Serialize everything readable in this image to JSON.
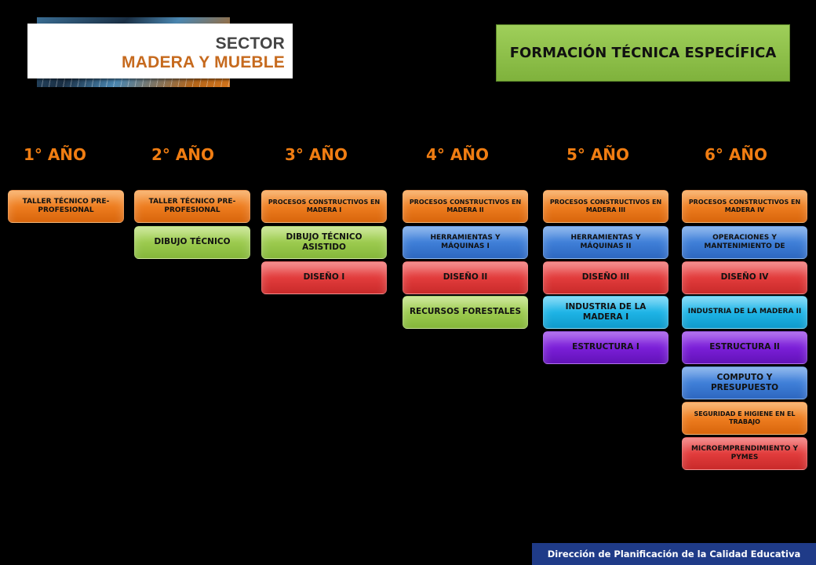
{
  "logo": {
    "line1": "SECTOR",
    "line2": "MADERA Y MUEBLE"
  },
  "header": {
    "title": "FORMACIÓN TÉCNICA ESPECÍFICA"
  },
  "years": [
    "1° AÑO",
    "2° AÑO",
    "3° AÑO",
    "4° AÑO",
    "5° AÑO",
    "6° AÑO"
  ],
  "columns": [
    {
      "items": [
        {
          "label": "TALLER TÉCNICO PRE-PROFESIONAL",
          "color": "orange"
        }
      ]
    },
    {
      "items": [
        {
          "label": "TALLER TÉCNICO PRE-PROFESIONAL",
          "color": "orange"
        },
        {
          "label": "DIBUJO TÉCNICO",
          "color": "green"
        }
      ]
    },
    {
      "items": [
        {
          "label": "PROCESOS CONSTRUCTIVOS EN MADERA I",
          "color": "orange"
        },
        {
          "label": "DIBUJO TÉCNICO ASISTIDO",
          "color": "green"
        },
        {
          "label": "DISEÑO I",
          "color": "red"
        }
      ]
    },
    {
      "items": [
        {
          "label": "PROCESOS CONSTRUCTIVOS EN MADERA II",
          "color": "orange"
        },
        {
          "label": "HERRAMIENTAS Y MÁQUINAS I",
          "color": "blue"
        },
        {
          "label": "DISEÑO II",
          "color": "red"
        },
        {
          "label": "RECURSOS FORESTALES",
          "color": "green"
        }
      ]
    },
    {
      "items": [
        {
          "label": "PROCESOS CONSTRUCTIVOS EN MADERA III",
          "color": "orange"
        },
        {
          "label": "HERRAMIENTAS Y MÁQUINAS II",
          "color": "blue"
        },
        {
          "label": "DISEÑO III",
          "color": "red"
        },
        {
          "label": "INDUSTRIA DE LA MADERA I",
          "color": "cyan"
        },
        {
          "label": "ESTRUCTURA I",
          "color": "purple"
        }
      ]
    },
    {
      "items": [
        {
          "label": "PROCESOS CONSTRUCTIVOS EN MADERA IV",
          "color": "orange"
        },
        {
          "label": "OPERACIONES Y MANTENIMIENTO DE",
          "color": "blue"
        },
        {
          "label": "DISEÑO IV",
          "color": "red"
        },
        {
          "label": "INDUSTRIA DE LA MADERA II",
          "color": "cyan"
        },
        {
          "label": "ESTRUCTURA II",
          "color": "purple"
        },
        {
          "label": "COMPUTO Y PRESUPUESTO",
          "color": "blue"
        },
        {
          "label": "SEGURIDAD E HIGIENE EN EL TRABAJO",
          "color": "orange"
        },
        {
          "label": "MICROEMPRENDIMIENTO Y PYMES",
          "color": "red"
        }
      ]
    }
  ],
  "footer": {
    "text": "Dirección de Planificación de la Calidad Educativa"
  }
}
